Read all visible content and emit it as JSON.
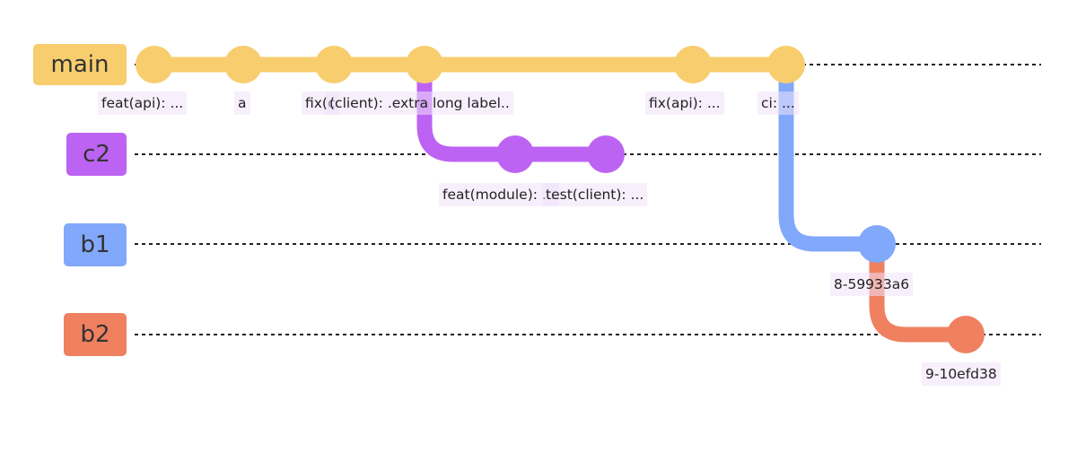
{
  "colors": {
    "main": "#f7cd6e",
    "c2": "#bd63f3",
    "b1": "#82a8fb",
    "b2": "#ef8060",
    "label_bg": "#f5ecfc",
    "dash": "#222222"
  },
  "branches": [
    {
      "name": "main",
      "key": "main"
    },
    {
      "name": "c2",
      "key": "c2"
    },
    {
      "name": "b1",
      "key": "b1"
    },
    {
      "name": "b2",
      "key": "b2"
    }
  ],
  "commits": [
    {
      "id": "c0",
      "branch": "main",
      "label": "feat(api): ..."
    },
    {
      "id": "c1",
      "branch": "main",
      "label": "a"
    },
    {
      "id": "c2a",
      "branch": "main",
      "label": "fix(c"
    },
    {
      "id": "c3",
      "branch": "main",
      "label": "(client): .extra long label.."
    },
    {
      "id": "c4",
      "branch": "c2",
      "label": "feat(module): ..."
    },
    {
      "id": "c5",
      "branch": "c2",
      "label": "test(client): ..."
    },
    {
      "id": "c6",
      "branch": "main",
      "label": "fix(api): ..."
    },
    {
      "id": "c7",
      "branch": "main",
      "label": "ci: ..."
    },
    {
      "id": "c8",
      "branch": "b1",
      "label": "8-59933a6"
    },
    {
      "id": "c9",
      "branch": "b2",
      "label": "9-10efd38"
    }
  ]
}
